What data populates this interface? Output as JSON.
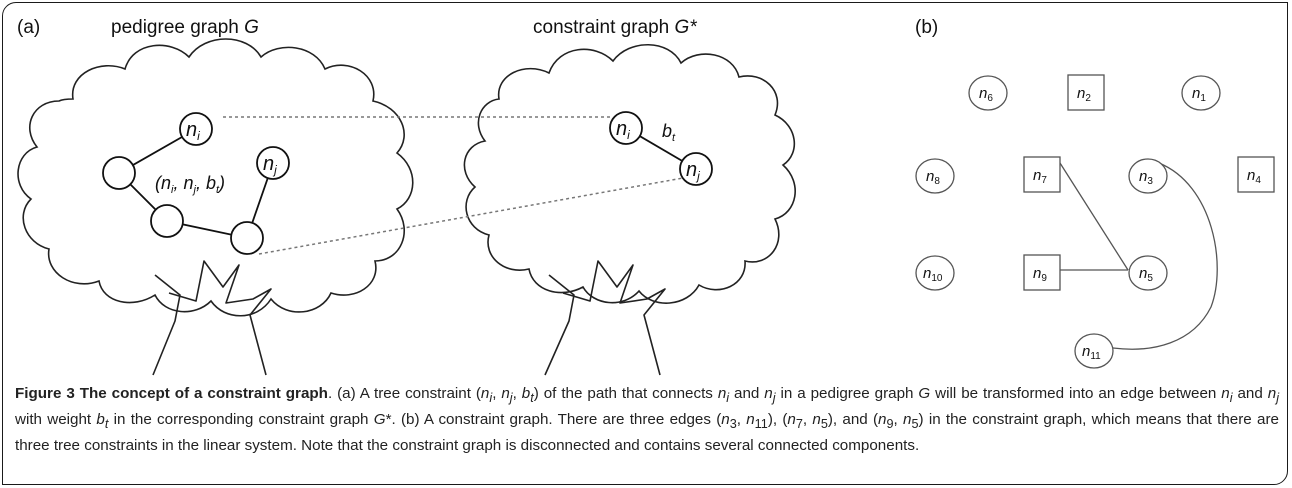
{
  "panel_a": {
    "tag": "(a)",
    "left_title": "pedigree graph ",
    "left_title_var": "G",
    "right_title": "constraint graph ",
    "right_title_var": "G*",
    "node_i": "n",
    "node_i_sub": "i",
    "node_j": "n",
    "node_j_sub": "j",
    "triple": "(n",
    "triple_i": "i",
    "triple_sep1": ", n",
    "triple_j": "j",
    "triple_sep2": ", b",
    "triple_t": "t",
    "triple_end": ")",
    "weight": "b",
    "weight_sub": "t"
  },
  "panel_b": {
    "tag": "(b)",
    "nodes": [
      {
        "name": "n",
        "sub": "6",
        "shape": "circle"
      },
      {
        "name": "n",
        "sub": "2",
        "shape": "square"
      },
      {
        "name": "n",
        "sub": "1",
        "shape": "circle"
      },
      {
        "name": "n",
        "sub": "8",
        "shape": "circle"
      },
      {
        "name": "n",
        "sub": "7",
        "shape": "square"
      },
      {
        "name": "n",
        "sub": "3",
        "shape": "circle"
      },
      {
        "name": "n",
        "sub": "4",
        "shape": "square"
      },
      {
        "name": "n",
        "sub": "10",
        "shape": "circle"
      },
      {
        "name": "n",
        "sub": "9",
        "shape": "square"
      },
      {
        "name": "n",
        "sub": "5",
        "shape": "circle"
      },
      {
        "name": "n",
        "sub": "11",
        "shape": "circle"
      }
    ],
    "edges": [
      [
        "7",
        "5"
      ],
      [
        "9",
        "5"
      ],
      [
        "3",
        "11"
      ]
    ]
  },
  "caption": {
    "title": "Figure 3 The concept of a constraint graph",
    "body_html": ". (a) A tree constraint (<i>n</i><sub><i>i</i></sub>, <i>n</i><sub><i>j</i></sub>, <i>b</i><sub><i>t</i></sub>) of the path that connects <i>n</i><sub><i>i</i></sub> and <i>n</i><sub><i>j</i></sub> in a pedigree graph <i>G</i> will be transformed into an edge between <i>n</i><sub><i>i</i></sub> and <i>n</i><sub><i>j</i></sub> with weight <i>b</i><sub><i>t</i></sub> in the corresponding constraint graph <i>G</i>*. (b) A constraint graph. There are three edges (<i>n</i><sub>3</sub>, <i>n</i><sub>11</sub>), (<i>n</i><sub>7</sub>, <i>n</i><sub>5</sub>), and (<i>n</i><sub>9</sub>, <i>n</i><sub>5</sub>) in the constraint graph, which means that there are three tree constraints in the linear system. Note that the constraint graph is disconnected and contains several connected components."
  }
}
